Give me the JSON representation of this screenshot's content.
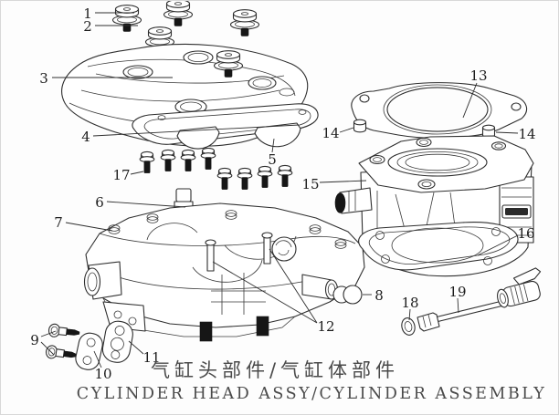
{
  "diagram": {
    "title_cn": "气缸头部件/气缸体部件",
    "title_en": "CYLINDER HEAD ASSY/CYLINDER ASSEMBLY",
    "callouts": {
      "c1": "1",
      "c2": "2",
      "c3": "3",
      "c4": "4",
      "c5": "5",
      "c6": "6",
      "c7": "7",
      "c8": "8",
      "c9": "9",
      "c10": "10",
      "c11": "11",
      "c12": "12",
      "c13": "13",
      "c14_left": "14",
      "c14_right": "14",
      "c15": "15",
      "c16": "16",
      "c17": "17",
      "c18": "18",
      "c19": "19"
    }
  }
}
